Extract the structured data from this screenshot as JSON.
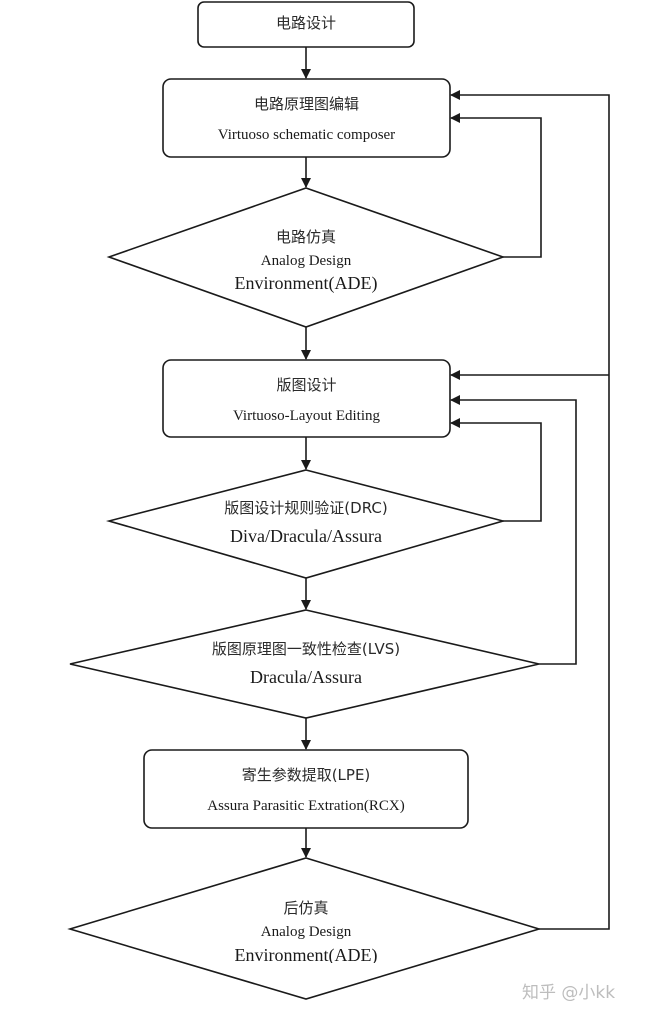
{
  "nodes": {
    "circuit_design": {
      "zh": "电路设计"
    },
    "schematic_edit": {
      "zh": "电路原理图编辑",
      "en": "Virtuoso schematic composer"
    },
    "circuit_sim": {
      "zh": "电路仿真",
      "en1": "Analog Design",
      "en2": "Environment(ADE)"
    },
    "layout_design": {
      "zh": "版图设计",
      "en": "Virtuoso-Layout Editing"
    },
    "drc": {
      "zh": "版图设计规则验证(DRC)",
      "en": "Diva/Dracula/Assura"
    },
    "lvs": {
      "zh": "版图原理图一致性检查(LVS)",
      "en": "Dracula/Assura"
    },
    "lpe": {
      "zh": "寄生参数提取(LPE)",
      "en": "Assura Parasitic Extration(RCX)"
    },
    "post_sim": {
      "zh": "后仿真",
      "en1": "Analog Design",
      "en2": "Environment(ADE)"
    }
  },
  "watermark": "知乎 @小kk",
  "colors": {
    "stroke": "#1a1a1a",
    "background": "#ffffff",
    "watermark": "#bdbdbd"
  }
}
